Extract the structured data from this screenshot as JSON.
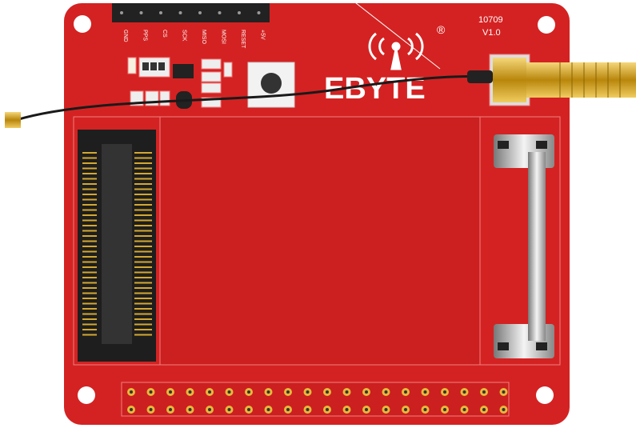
{
  "board": {
    "color": "#d42222",
    "header_labels": [
      "GND",
      "PPS",
      "CS",
      "SCK",
      "MISO",
      "MOSI",
      "RESET",
      "+5V"
    ],
    "part_number": "10709",
    "version": "V1.0",
    "logo_text": "EBYTE",
    "registered_mark": "®",
    "gpio_pin_columns": 20,
    "gpio_pin_rows": 2
  }
}
